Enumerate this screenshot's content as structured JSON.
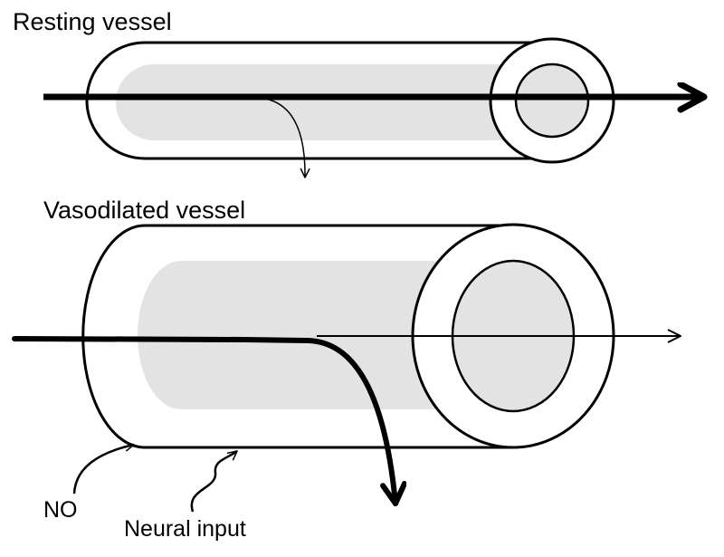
{
  "diagram": {
    "resting": {
      "label": "Resting vessel"
    },
    "dilated": {
      "label": "Vasodilated vessel"
    },
    "annotations": {
      "no_label": "NO",
      "neural_label": "Neural input"
    },
    "colors": {
      "stroke": "#000000",
      "lumen_fill": "#e3e3e3",
      "background": "#ffffff"
    }
  }
}
